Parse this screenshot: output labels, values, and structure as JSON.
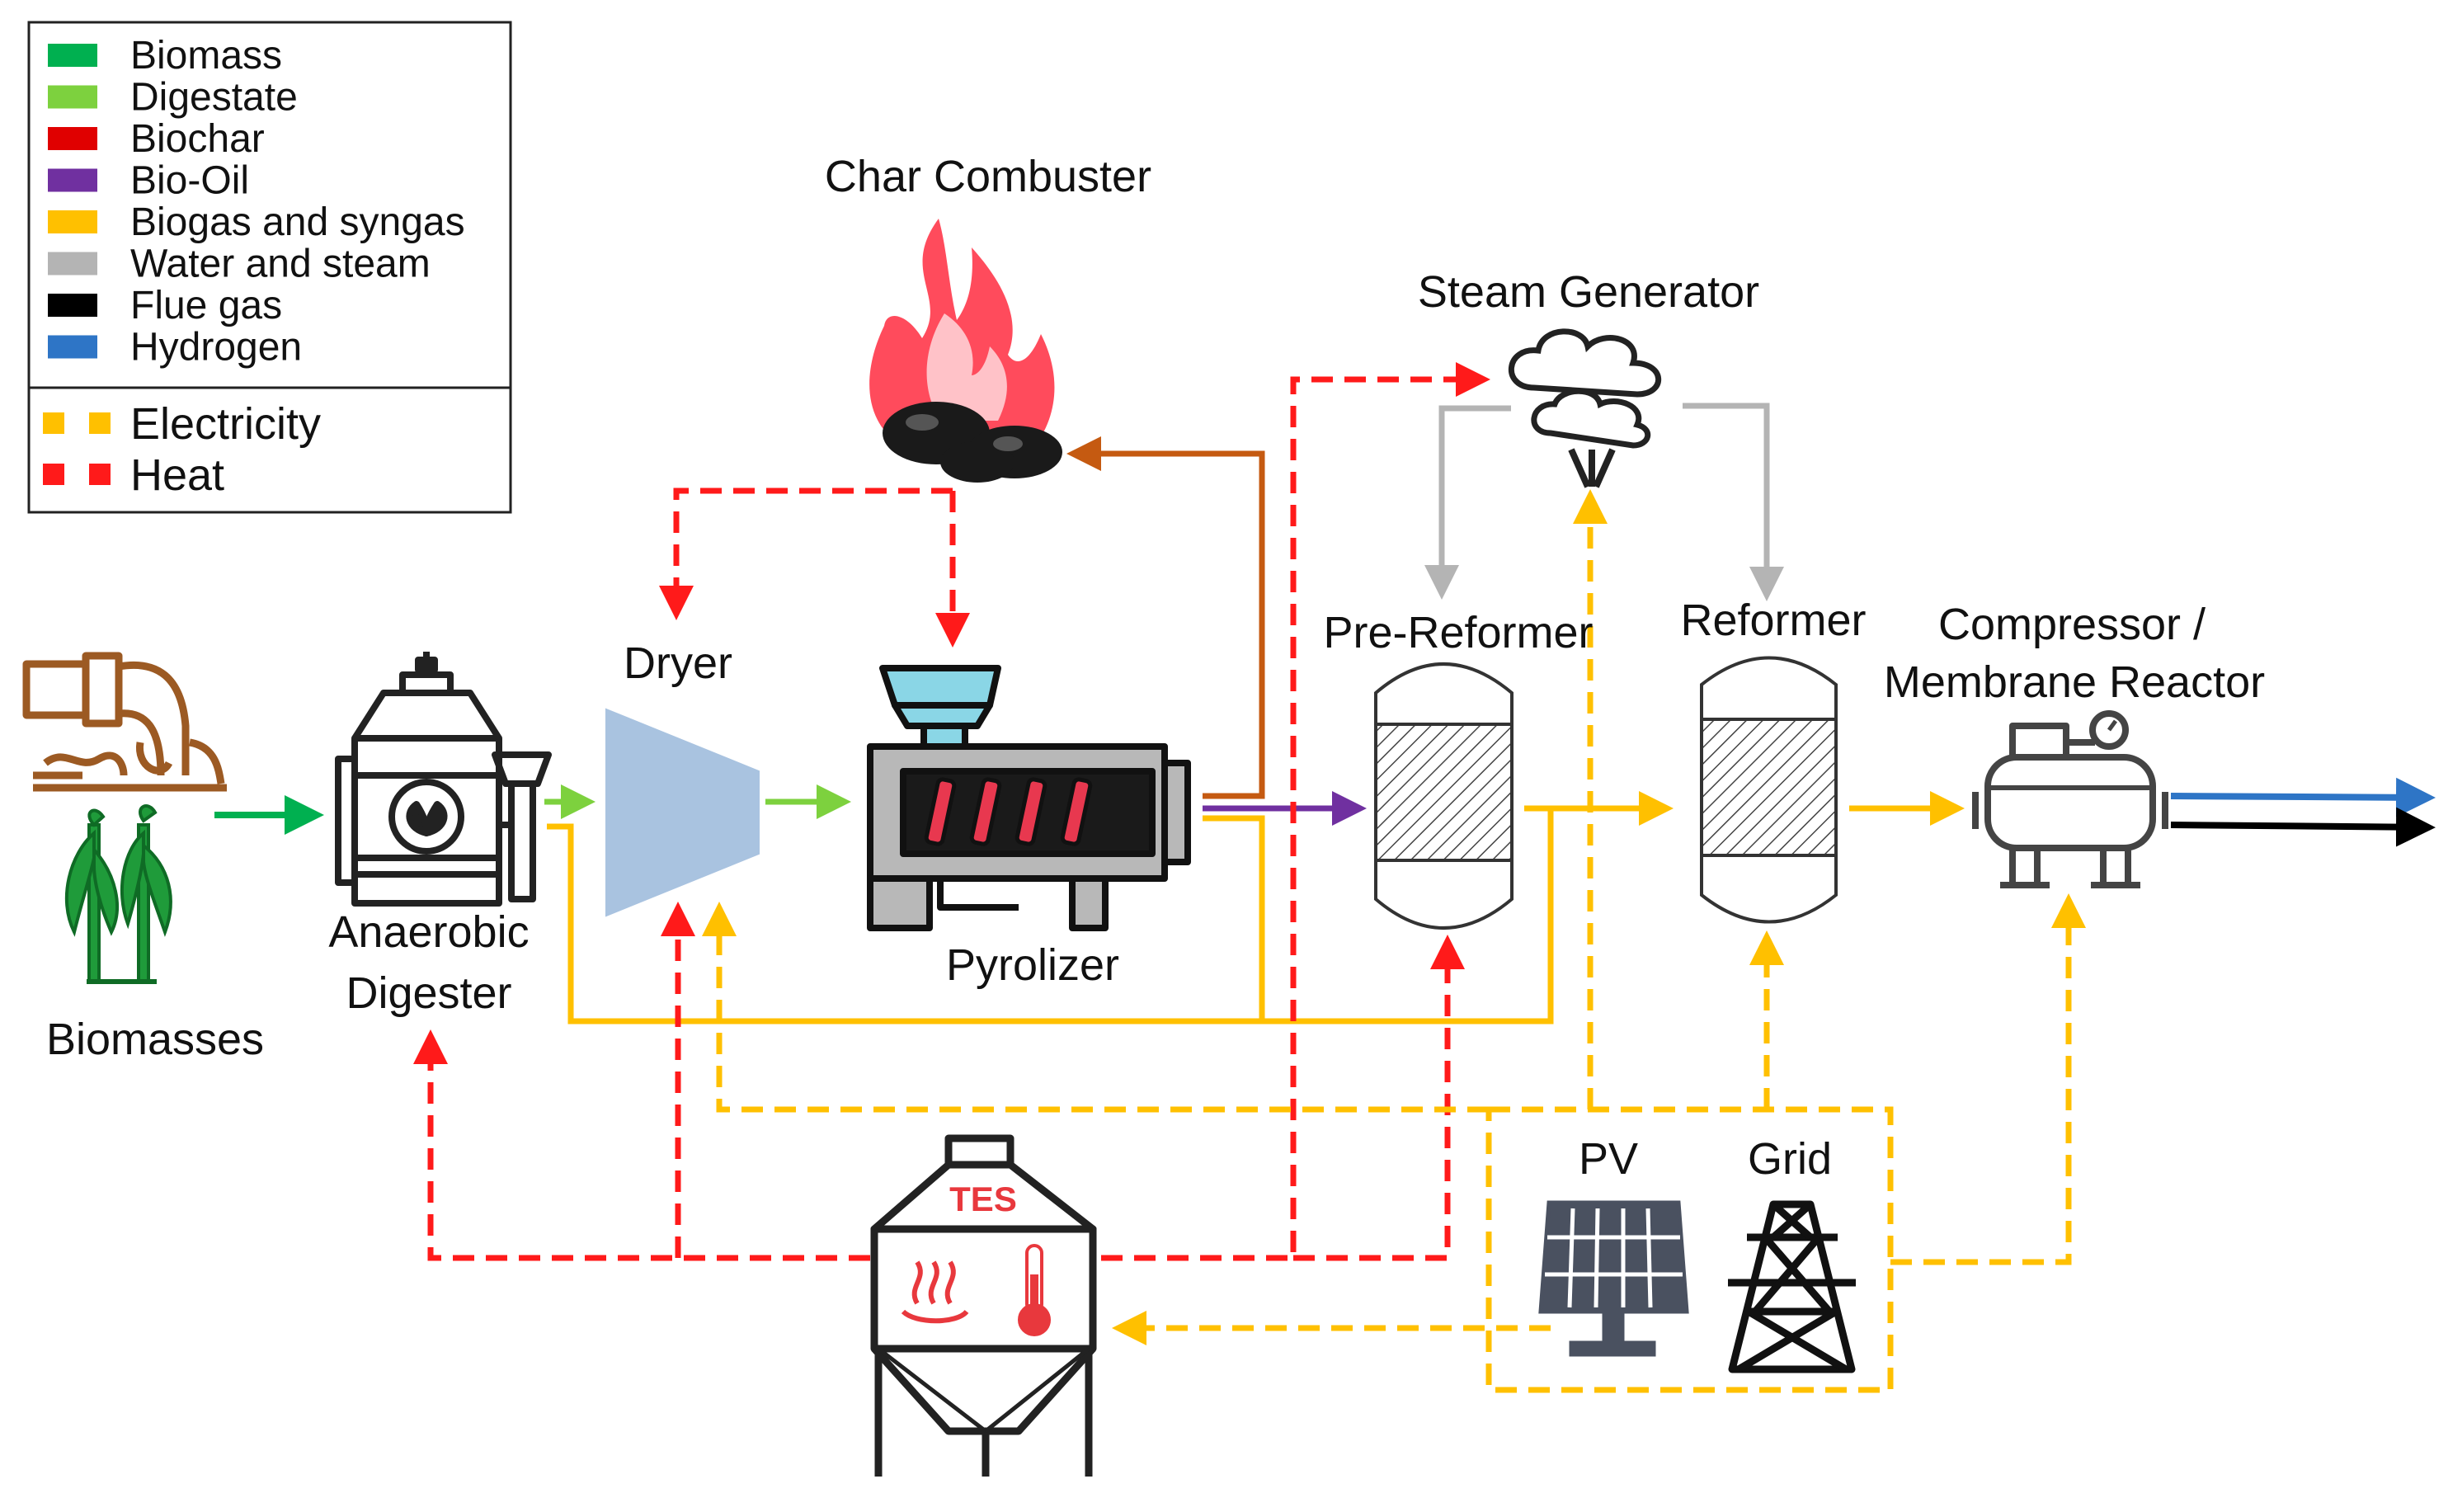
{
  "legend": {
    "items": [
      {
        "label": "Biomass",
        "color": "#00b050"
      },
      {
        "label": "Digestate",
        "color": "#7dd13e"
      },
      {
        "label": "Biochar",
        "color": "#e00000"
      },
      {
        "label": "Bio-Oil",
        "color": "#7030a0"
      },
      {
        "label": "Biogas and syngas",
        "color": "#ffc000"
      },
      {
        "label": "Water and steam",
        "color": "#b4b4b4"
      },
      {
        "label": "Flue gas",
        "color": "#000000"
      },
      {
        "label": "Hydrogen",
        "color": "#2e75c6"
      }
    ],
    "dashed": [
      {
        "label": "Electricity",
        "color": "#ffc000"
      },
      {
        "label": "Heat",
        "color": "#ff1a1a"
      }
    ]
  },
  "nodes": {
    "char_combuster": "Char Combuster",
    "steam_generator": "Steam Generator",
    "dryer": "Dryer",
    "pre_reformer": "Pre-Reformer",
    "reformer": "Reformer",
    "compressor_line1": "Compressor /",
    "compressor_line2": "Membrane Reactor",
    "anaerobic_line1": "Anaerobic",
    "anaerobic_line2": "Digester",
    "pyrolizer": "Pyrolizer",
    "biomasses": "Biomasses",
    "pv": "PV",
    "grid": "Grid",
    "tes": "TES"
  },
  "colors": {
    "biomass": "#00b050",
    "digestate": "#7dd13e",
    "char": "#c55a11",
    "biooil": "#7030a0",
    "syngas": "#ffc000",
    "water": "#b4b4b4",
    "flue": "#000000",
    "hydrogen": "#2e75c6",
    "heat": "#ff1a1a",
    "electricity": "#ffc000",
    "icon_dark": "#333333",
    "dryer_fill": "#a9c3e0",
    "tes_text": "#e8383d"
  }
}
